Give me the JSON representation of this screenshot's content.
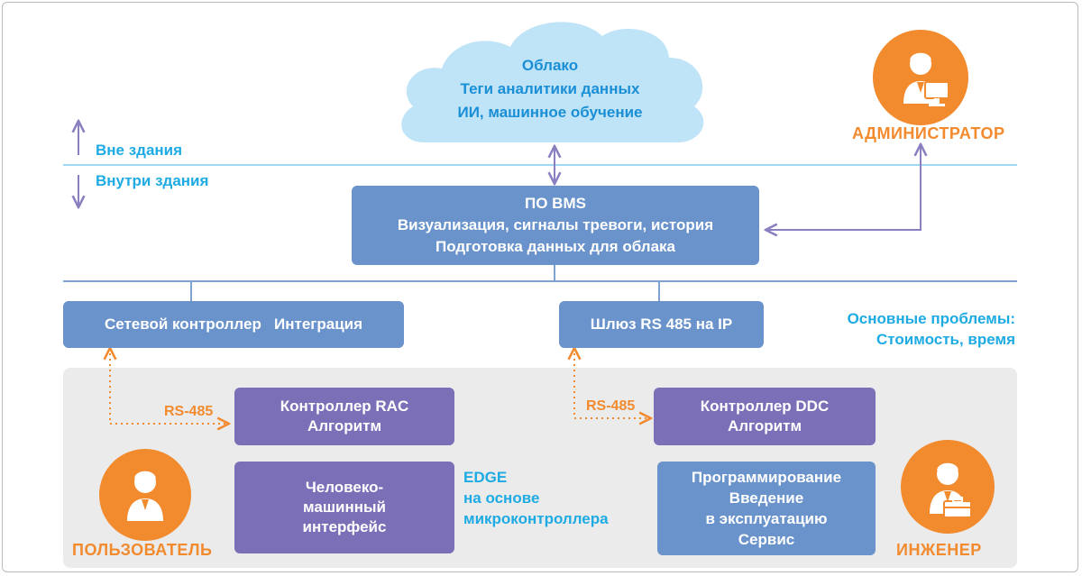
{
  "cloud": {
    "lines": [
      "Облако",
      "Теги аналитики данных",
      "ИИ, машинное обучение"
    ]
  },
  "zones": {
    "outside": "Вне здания",
    "inside": "Внутри здания"
  },
  "bms": {
    "lines": [
      "ПО BMS",
      "Визуализация, сигналы тревоги, история",
      "Подготовка данных для облака"
    ]
  },
  "network_controller": "Сетевой контроллер   Интеграция",
  "gateway": "Шлюз RS 485 на IP",
  "problems": {
    "lines": [
      "Основные проблемы:",
      "Стоимость, время"
    ]
  },
  "rs485_left": "RS-485",
  "rs485_right": "RS-485",
  "rac_controller": {
    "lines": [
      "Контроллер RAC",
      "Алгоритм"
    ]
  },
  "ddc_controller": {
    "lines": [
      "Контроллер DDC",
      "Алгоритм"
    ]
  },
  "hmi": {
    "lines": [
      "Человеко-",
      "машинный",
      "интерфейс"
    ]
  },
  "edge": {
    "lines": [
      "EDGE",
      "на основе",
      "микроконтроллера"
    ]
  },
  "programming": {
    "lines": [
      "Программирование",
      "Введение",
      "в эксплуатацию",
      "Сервис"
    ]
  },
  "personas": {
    "admin": "АДМИНИСТРАТОР",
    "user": "ПОЛЬЗОВАТЕЛЬ",
    "engineer": "ИНЖЕНЕР"
  },
  "colors": {
    "box_blue": "#6a93cb",
    "box_purple": "#7b6fb7",
    "accent_cyan": "#1eabe4",
    "accent_orange": "#f28a2e",
    "connector_purple": "#8a7fc0",
    "edge_panel": "#ebebeb",
    "cloud_fill": "#bfe3f7"
  },
  "icons": [
    "admin-person-icon",
    "user-person-icon",
    "engineer-person-icon"
  ]
}
